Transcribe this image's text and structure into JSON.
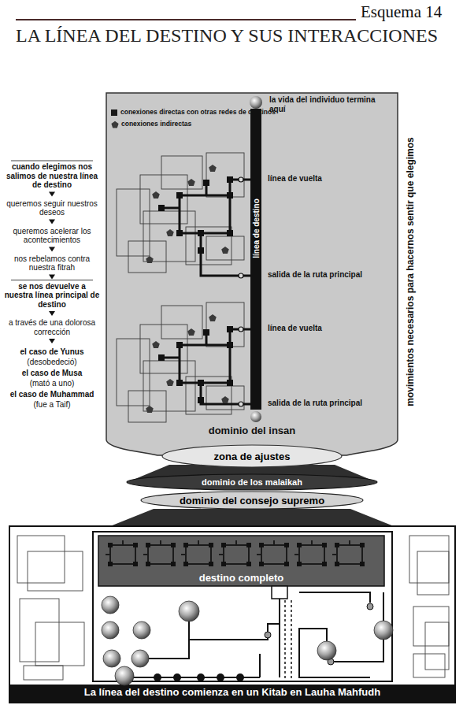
{
  "diagram": {
    "title": "LA LÍNEA DEL DESTINO Y SUS INTERACCIONES",
    "caption": "La línea del destino comienza en un Kitab en Lauha Mahfudh",
    "nodes": [
      {
        "text": [
          "línea de destino"
        ]
      },
      {
        "text": [
          "zona de ajustes"
        ]
      },
      {
        "text": [
          "dominio de los malaikah"
        ]
      },
      {
        "text": [
          "dominio del consejo supremo"
        ]
      },
      {
        "text": [
          "destino completo"
        ]
      }
    ],
    "labels": [
      "Esquema 14",
      "la vida del individuo termina aquí",
      "línea de vuelta",
      "salida de la ruta principal",
      "línea de vuelta",
      "salida de la ruta principal",
      "movimientos necesarios para hacernos sentir que elegimos",
      "cuando elegimos nos salimos de nuestra línea de destino",
      "queremos seguir nuestros deseos",
      "queremos acelerar los acontecimientos",
      "nos rebelamos contra nuestra fitrah",
      "se nos devuelve a nuestra línea principal de destino",
      "a través de una dolorosa corrección",
      "el caso de Yunus",
      "(desobedeció)",
      "el caso de Musa",
      "(mató a uno)",
      "el caso de Muhammad",
      "(fue a Taif)",
      "dominio del insan"
    ],
    "legend": [
      {
        "text": "conexiones directas con otras redes de destinos",
        "color": "#1a1a1a"
      },
      {
        "text": "conexiones indirectas"
      }
    ]
  }
}
